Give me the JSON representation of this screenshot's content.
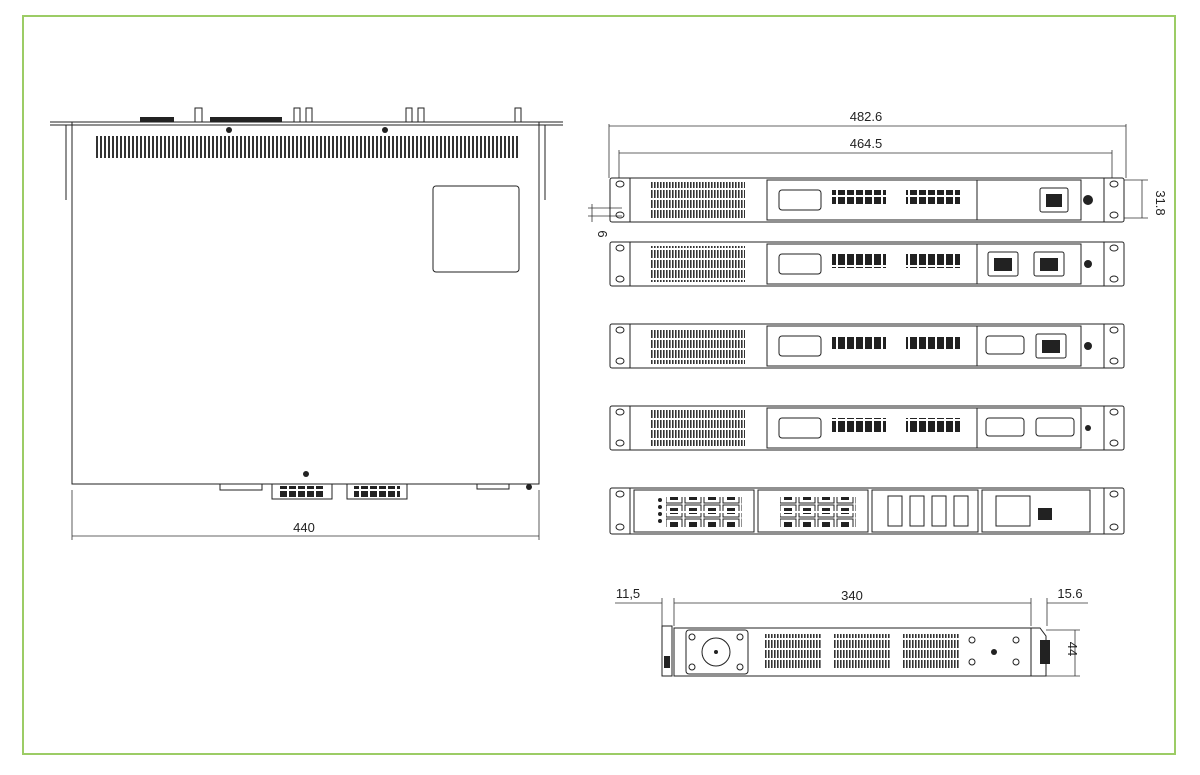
{
  "colors": {
    "frame_border": "#9ccc65",
    "line": "#222222"
  },
  "top_view": {
    "width_label": "440"
  },
  "front_views": {
    "overall_width_label": "482.6",
    "mount_width_label": "464.5",
    "height_label": "31.8",
    "ear_label": "6"
  },
  "side_view": {
    "depth_label": "340",
    "front_offset_label": "11,5",
    "rear_offset_label": "15.6",
    "height_label": "44"
  }
}
